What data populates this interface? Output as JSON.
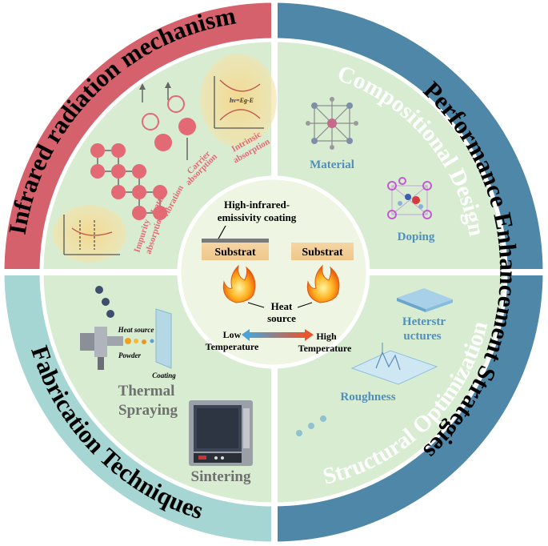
{
  "colors": {
    "red_ring": "#d5616d",
    "teal_ring": "#a6d6d3",
    "blue_ring": "#4f87a8",
    "blue_ring_light": "#8ab3c6",
    "inner_green": "#d8ecd2",
    "center_fill": "#eef5e2",
    "label_red": "#e36a74",
    "label_blue": "#4f8fbf",
    "label_gray": "#6f6f6f"
  },
  "outer_labels": {
    "infrared": "Infrared radiation mechanism",
    "performance": "Performance Enhancement Strategies",
    "fabrication": "Fabrication Techniques",
    "compositional": "Compositional Design",
    "structural": "Structural Optimization"
  },
  "mechanism": {
    "lattice": "Lattice",
    "vibration": "vibration",
    "carrier": "Carrier",
    "carrier2": "absorption",
    "intrinsic": "Intrinsic",
    "intrinsic2": "absorption",
    "impurity": "Impurity",
    "impurity2": "absorption",
    "formula": "hν=Eg-E"
  },
  "center": {
    "coating_line1": "High-infrared-",
    "coating_line2": "emissivity coating",
    "substrat_left": "Substrat",
    "substrat_right": "Substrat",
    "heat1": "Heat",
    "heat2": "source",
    "low1": "Low",
    "low2": "Temperature",
    "high1": "High",
    "high2": "Temperature"
  },
  "compositional": {
    "material": "Material",
    "doping": "Doping"
  },
  "structural": {
    "hetero1": "Heterstr",
    "hetero2": "uctures",
    "roughness": "Roughness"
  },
  "fabrication": {
    "heat_source": "Heat source",
    "powder": "Powder",
    "coating": "Coating",
    "thermal1": "Thermal",
    "thermal2": "Spraying",
    "sintering": "Sintering"
  }
}
